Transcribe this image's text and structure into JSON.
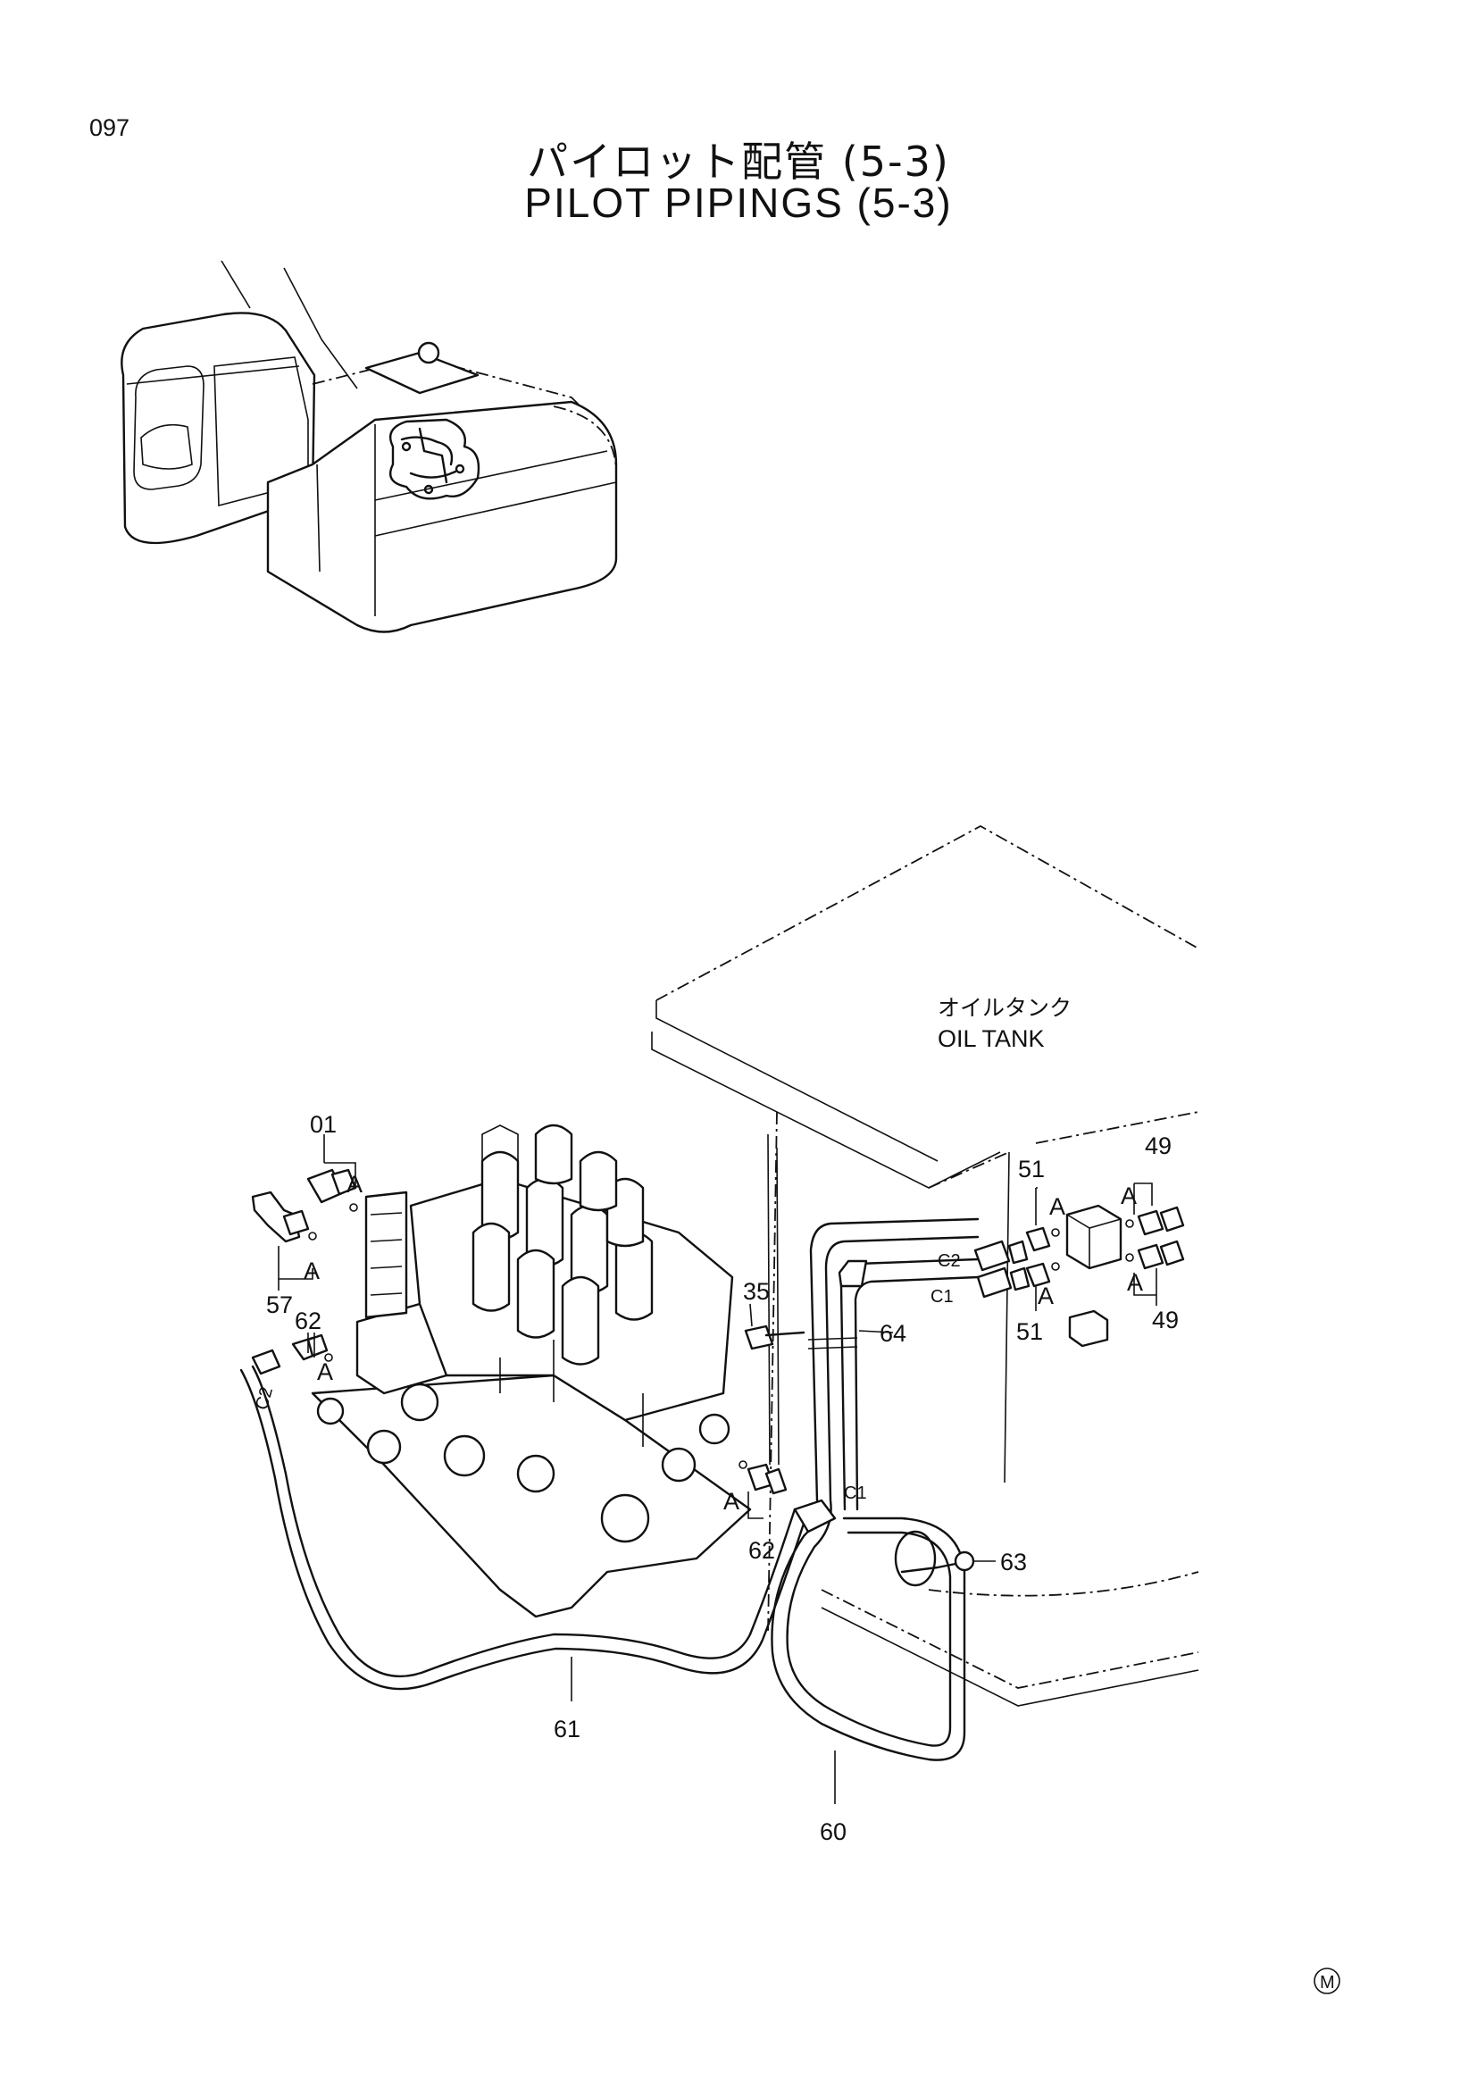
{
  "page_number": "097",
  "title_jp": "パイロット配管 (5-3)",
  "title_en": "PILOT PIPINGS (5-3)",
  "oil_tank": {
    "label_jp": "オイルタンク",
    "label_en": "OIL TANK"
  },
  "part_labels": {
    "p01": "01",
    "p57": "57",
    "p62a": "62",
    "p62b": "62",
    "p35": "35",
    "p64": "64",
    "p51a": "51",
    "p51b": "51",
    "p49a": "49",
    "p49b": "49",
    "p63": "63",
    "p61": "61",
    "p60": "60"
  },
  "detail_mark": "A",
  "connection_marks": {
    "c1": "C1",
    "c2": "C2"
  },
  "manufacturer_mark": "M"
}
